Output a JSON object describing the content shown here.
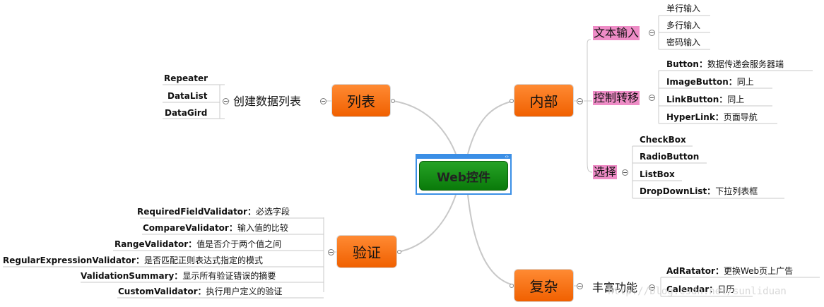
{
  "center": {
    "label": "Web控件"
  },
  "branches": {
    "list": {
      "label": "列表",
      "sub": "创建数据列表",
      "items": [
        "Repeater",
        "DataList",
        "DataGird"
      ]
    },
    "validate": {
      "label": "验证",
      "items": [
        {
          "name": "RequiredFieldValidator：",
          "desc": "必选字段"
        },
        {
          "name": "CompareValidator：",
          "desc": "输入值的比较"
        },
        {
          "name": "RangeValidator：",
          "desc": "值是否介于两个值之间"
        },
        {
          "name": "RegularExpressionValidator：",
          "desc": "是否匹配正则表达式指定的模式"
        },
        {
          "name": "ValidationSummary：",
          "desc": "显示所有验证错误的摘要"
        },
        {
          "name": "CustomValidator：",
          "desc": "执行用户定义的验证"
        }
      ]
    },
    "internal": {
      "label": "内部",
      "text_input": {
        "label": "文本输入",
        "items": [
          "单行输入",
          "多行输入",
          "密码输入"
        ]
      },
      "control_transfer": {
        "label": "控制转移",
        "items": [
          {
            "name": "Button：",
            "desc": "数据传递会服务器端"
          },
          {
            "name": "ImageButton：",
            "desc": "同上"
          },
          {
            "name": "LinkButton：",
            "desc": "同上"
          },
          {
            "name": "HyperLink：",
            "desc": "页面导航"
          }
        ]
      },
      "select": {
        "label": "选择",
        "items": [
          {
            "name": "CheckBox",
            "desc": ""
          },
          {
            "name": "RadioButton",
            "desc": ""
          },
          {
            "name": "ListBox",
            "desc": ""
          },
          {
            "name": "DropDownList：",
            "desc": "下拉列表框"
          }
        ]
      }
    },
    "complex": {
      "label": "复杂",
      "sub": "丰富功能",
      "items": [
        {
          "name": "AdRatator：",
          "desc": "更换Web页上广告"
        },
        {
          "name": "Calendar：",
          "desc": "日历"
        }
      ]
    }
  },
  "watermark": "http://blog.csdn.net/sunliduan",
  "colors": {
    "node": "#f06000",
    "center": "#0a7a0a",
    "highlight": "#ee8cc6",
    "link": "#c8c8c8"
  }
}
